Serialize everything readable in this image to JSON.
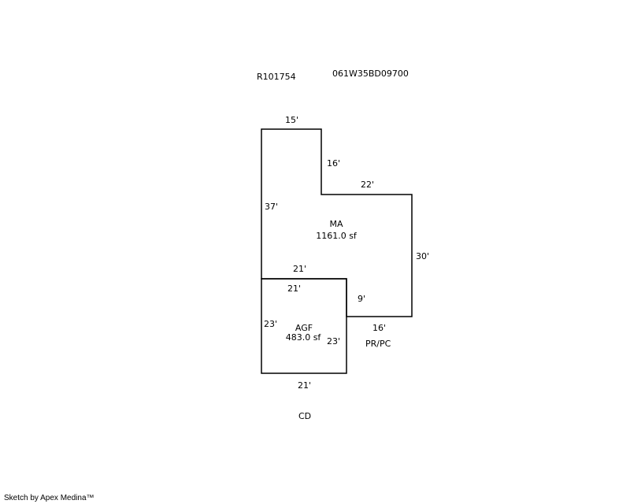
{
  "header": {
    "account_id": "R101754",
    "map_tax_lot": "061W35BD09700"
  },
  "areas": {
    "main": {
      "code": "MA",
      "area": "1161.0 sf"
    },
    "garage": {
      "code": "AGF",
      "area": "483.0 sf"
    }
  },
  "dimensions": {
    "main_top": "15'",
    "main_notch_vertical": "16'",
    "main_step_top": "22'",
    "main_left": "37'",
    "main_right": "30'",
    "main_bottom_left": "21'",
    "main_notch_bottom_vertical": "9'",
    "main_bottom_right": "16'",
    "garage_top": "21'",
    "garage_left": "23'",
    "garage_right": "23'",
    "garage_bottom": "21'"
  },
  "annotations": {
    "porch": "PR/PC",
    "deck": "CD"
  },
  "footer": {
    "credit": "Sketch by Apex Medina™"
  },
  "colors": {
    "line": "#000000",
    "background": "#ffffff"
  }
}
